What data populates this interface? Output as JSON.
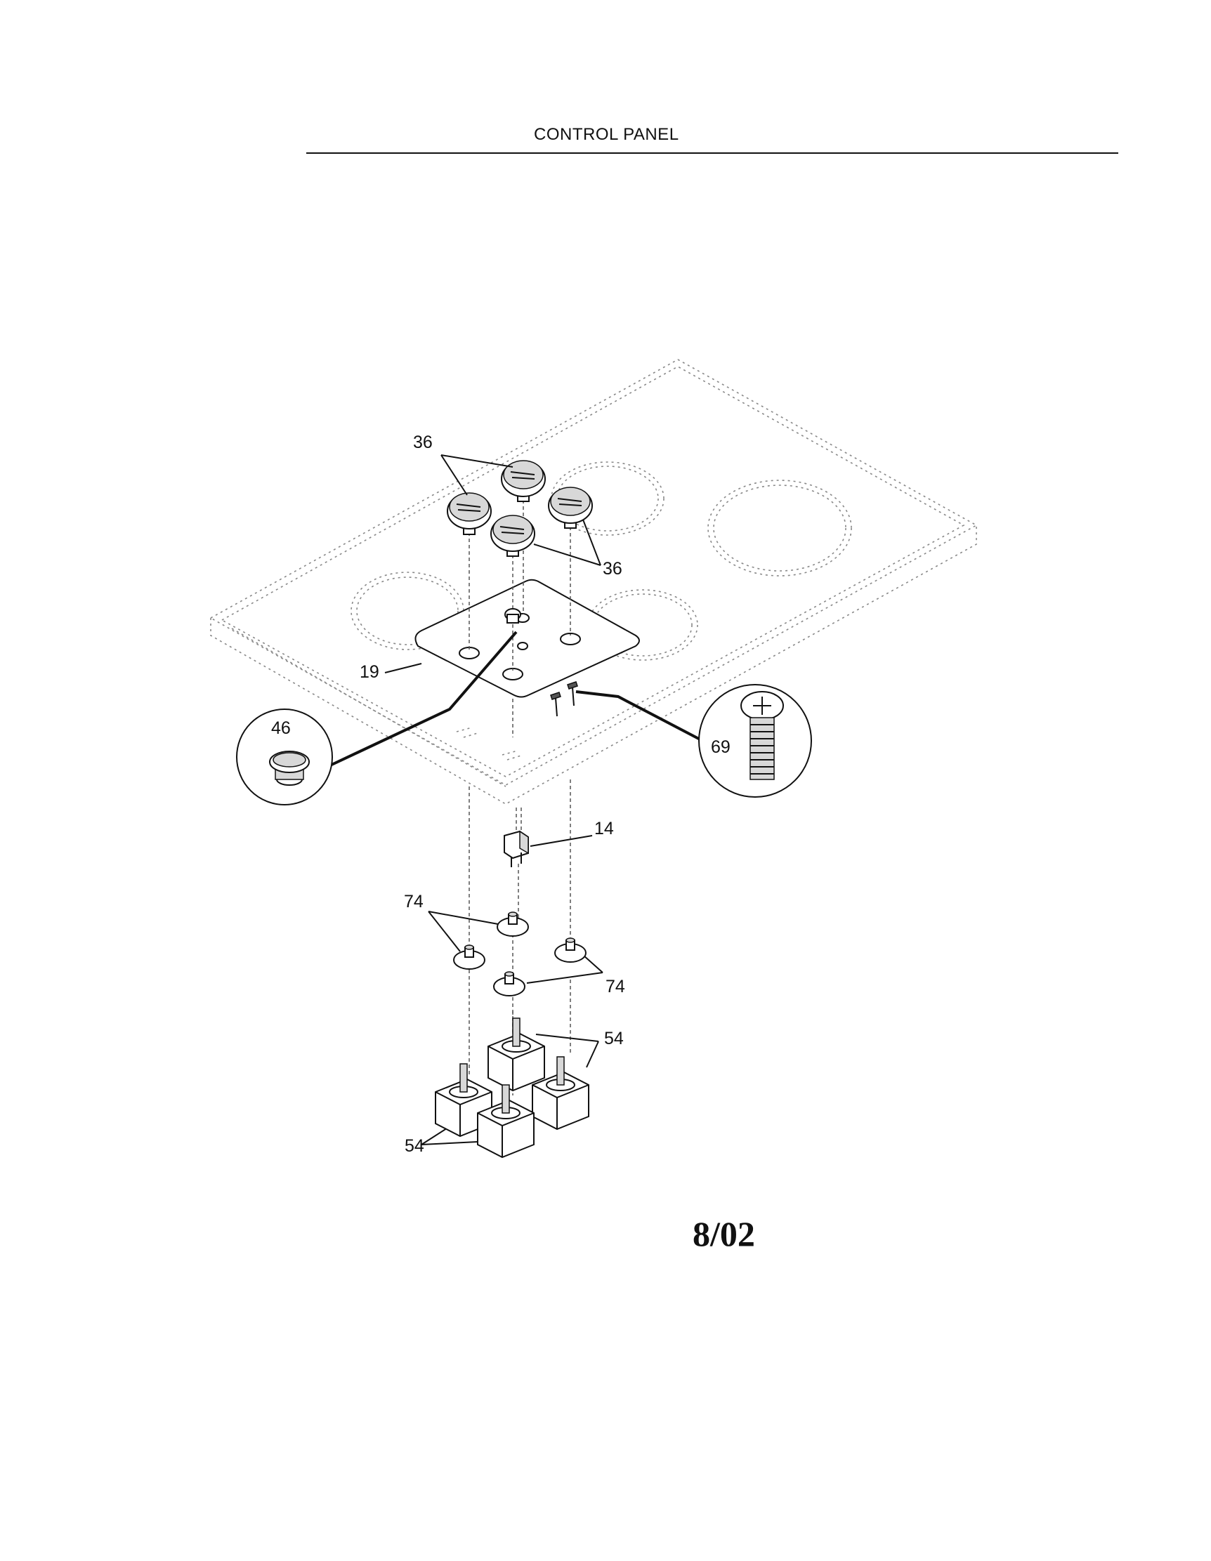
{
  "header": {
    "title": "CONTROL PANEL"
  },
  "footer": {
    "date_code": "8/02"
  },
  "callouts": {
    "knob_a": "36",
    "knob_b": "36",
    "overlay": "19",
    "plug": "46",
    "screw": "69",
    "switch": "14",
    "gasket_a": "74",
    "gasket_b": "74",
    "valve_a": "54",
    "valve_b": "54"
  }
}
